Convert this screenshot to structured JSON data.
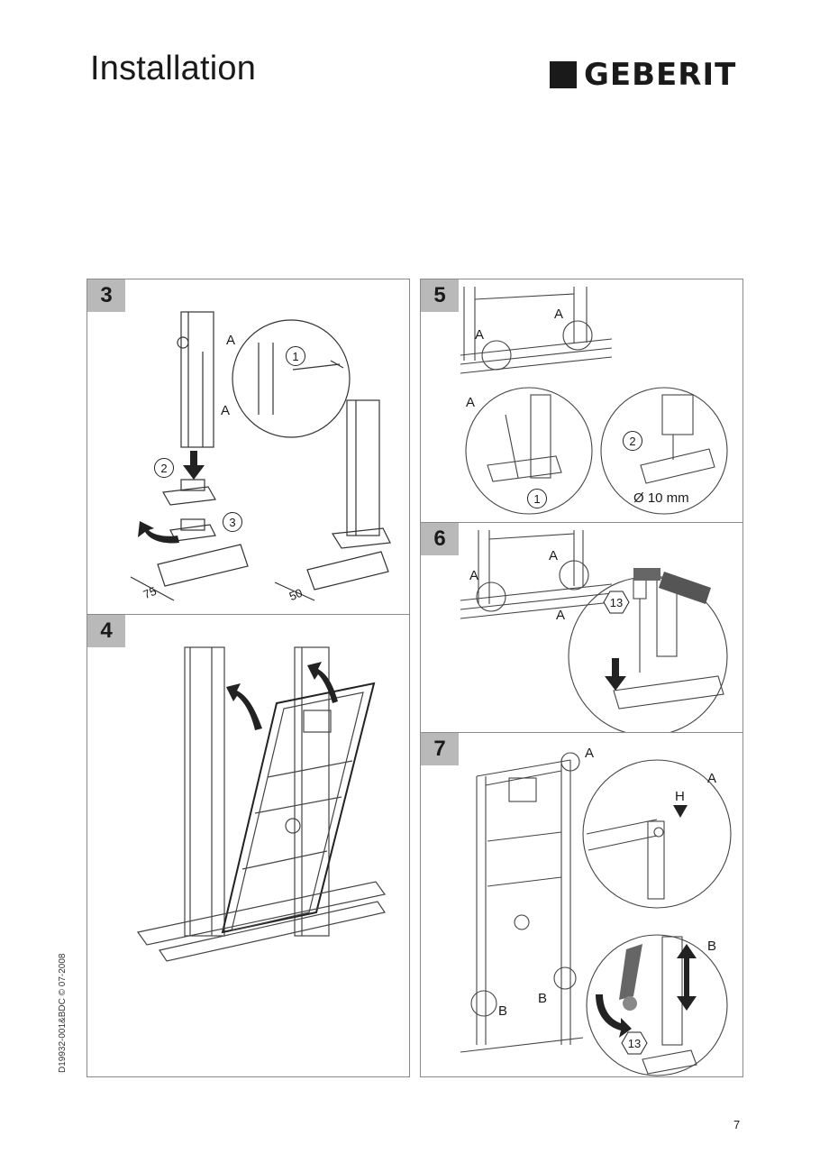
{
  "header": {
    "title": "Installation",
    "logo": "GEBERIT"
  },
  "footer": {
    "doc_ref": "D19932-001&BDC © 07-2008",
    "page_number": "7"
  },
  "steps": {
    "s3": {
      "number": "3",
      "labels": {
        "a1": "A",
        "a2": "A"
      },
      "callouts": {
        "c1": "1",
        "c2": "2",
        "c3": "3"
      },
      "dims": {
        "d1": "75",
        "d2": "50"
      }
    },
    "s4": {
      "number": "4"
    },
    "s5": {
      "number": "5",
      "labels": {
        "a1": "A",
        "a2": "A",
        "a3": "A"
      },
      "callouts": {
        "c1": "1",
        "c2": "2"
      },
      "drill": "Ø 10 mm"
    },
    "s6": {
      "number": "6",
      "labels": {
        "a1": "A",
        "a2": "A",
        "a3": "A"
      },
      "wrench": "13"
    },
    "s7": {
      "number": "7",
      "labels": {
        "a1": "A",
        "a2": "A",
        "h": "H",
        "b1": "B",
        "b2": "B",
        "b3": "B"
      },
      "wrench": "13"
    }
  },
  "icons": [
    "arrow-down-icon",
    "rotate-arrow-icon",
    "drill-icon",
    "hammer-icon",
    "wrench-icon"
  ]
}
